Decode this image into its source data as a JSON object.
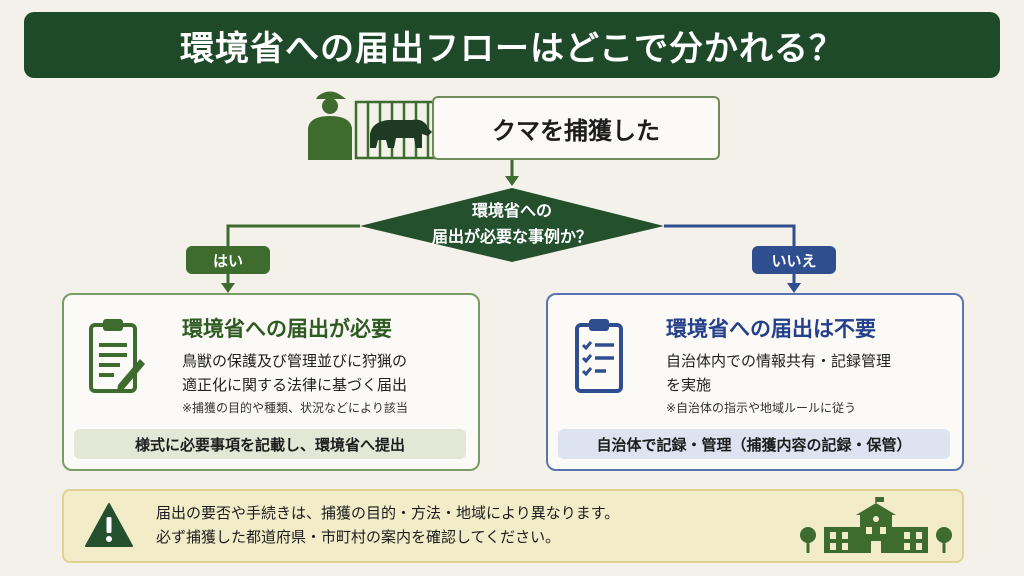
{
  "title": "環境省への届出フローはどこで分かれる？",
  "start": {
    "text": "クマを捕獲した"
  },
  "decision": {
    "line1": "環境省への",
    "line2": "届出が必要な事例か？"
  },
  "yes_branch": {
    "label": "はい",
    "card": {
      "title": "環境省への届出が必要",
      "line1": "鳥獣の保護及び管理並びに狩猟の",
      "line2": "適正化に関する法律に基づく届出",
      "note": "※捕獲の目的や種類、状況などにより該当",
      "action": "様式に必要事項を記載し、環境省へ提出"
    }
  },
  "no_branch": {
    "label": "いいえ",
    "card": {
      "title": "環境省への届出は不要",
      "line1": "自治体内での情報共有・記録管理",
      "line2": "を実施",
      "note": "※自治体の指示や地域ルールに従う",
      "action": "自治体で記録・管理（捕獲内容の記録・保管）"
    }
  },
  "notice": {
    "line1": "届出の要否や手続きは、捕獲の目的・方法・地域により異なります。",
    "line2": "必ず捕獲した都道府県・市町村の案内を確認してください。"
  },
  "colors": {
    "title_bg": "#1f4a2a",
    "yes_accent": "#3e6b2e",
    "no_accent": "#2f4e8f",
    "notice_bg": "#f3ecc9"
  }
}
